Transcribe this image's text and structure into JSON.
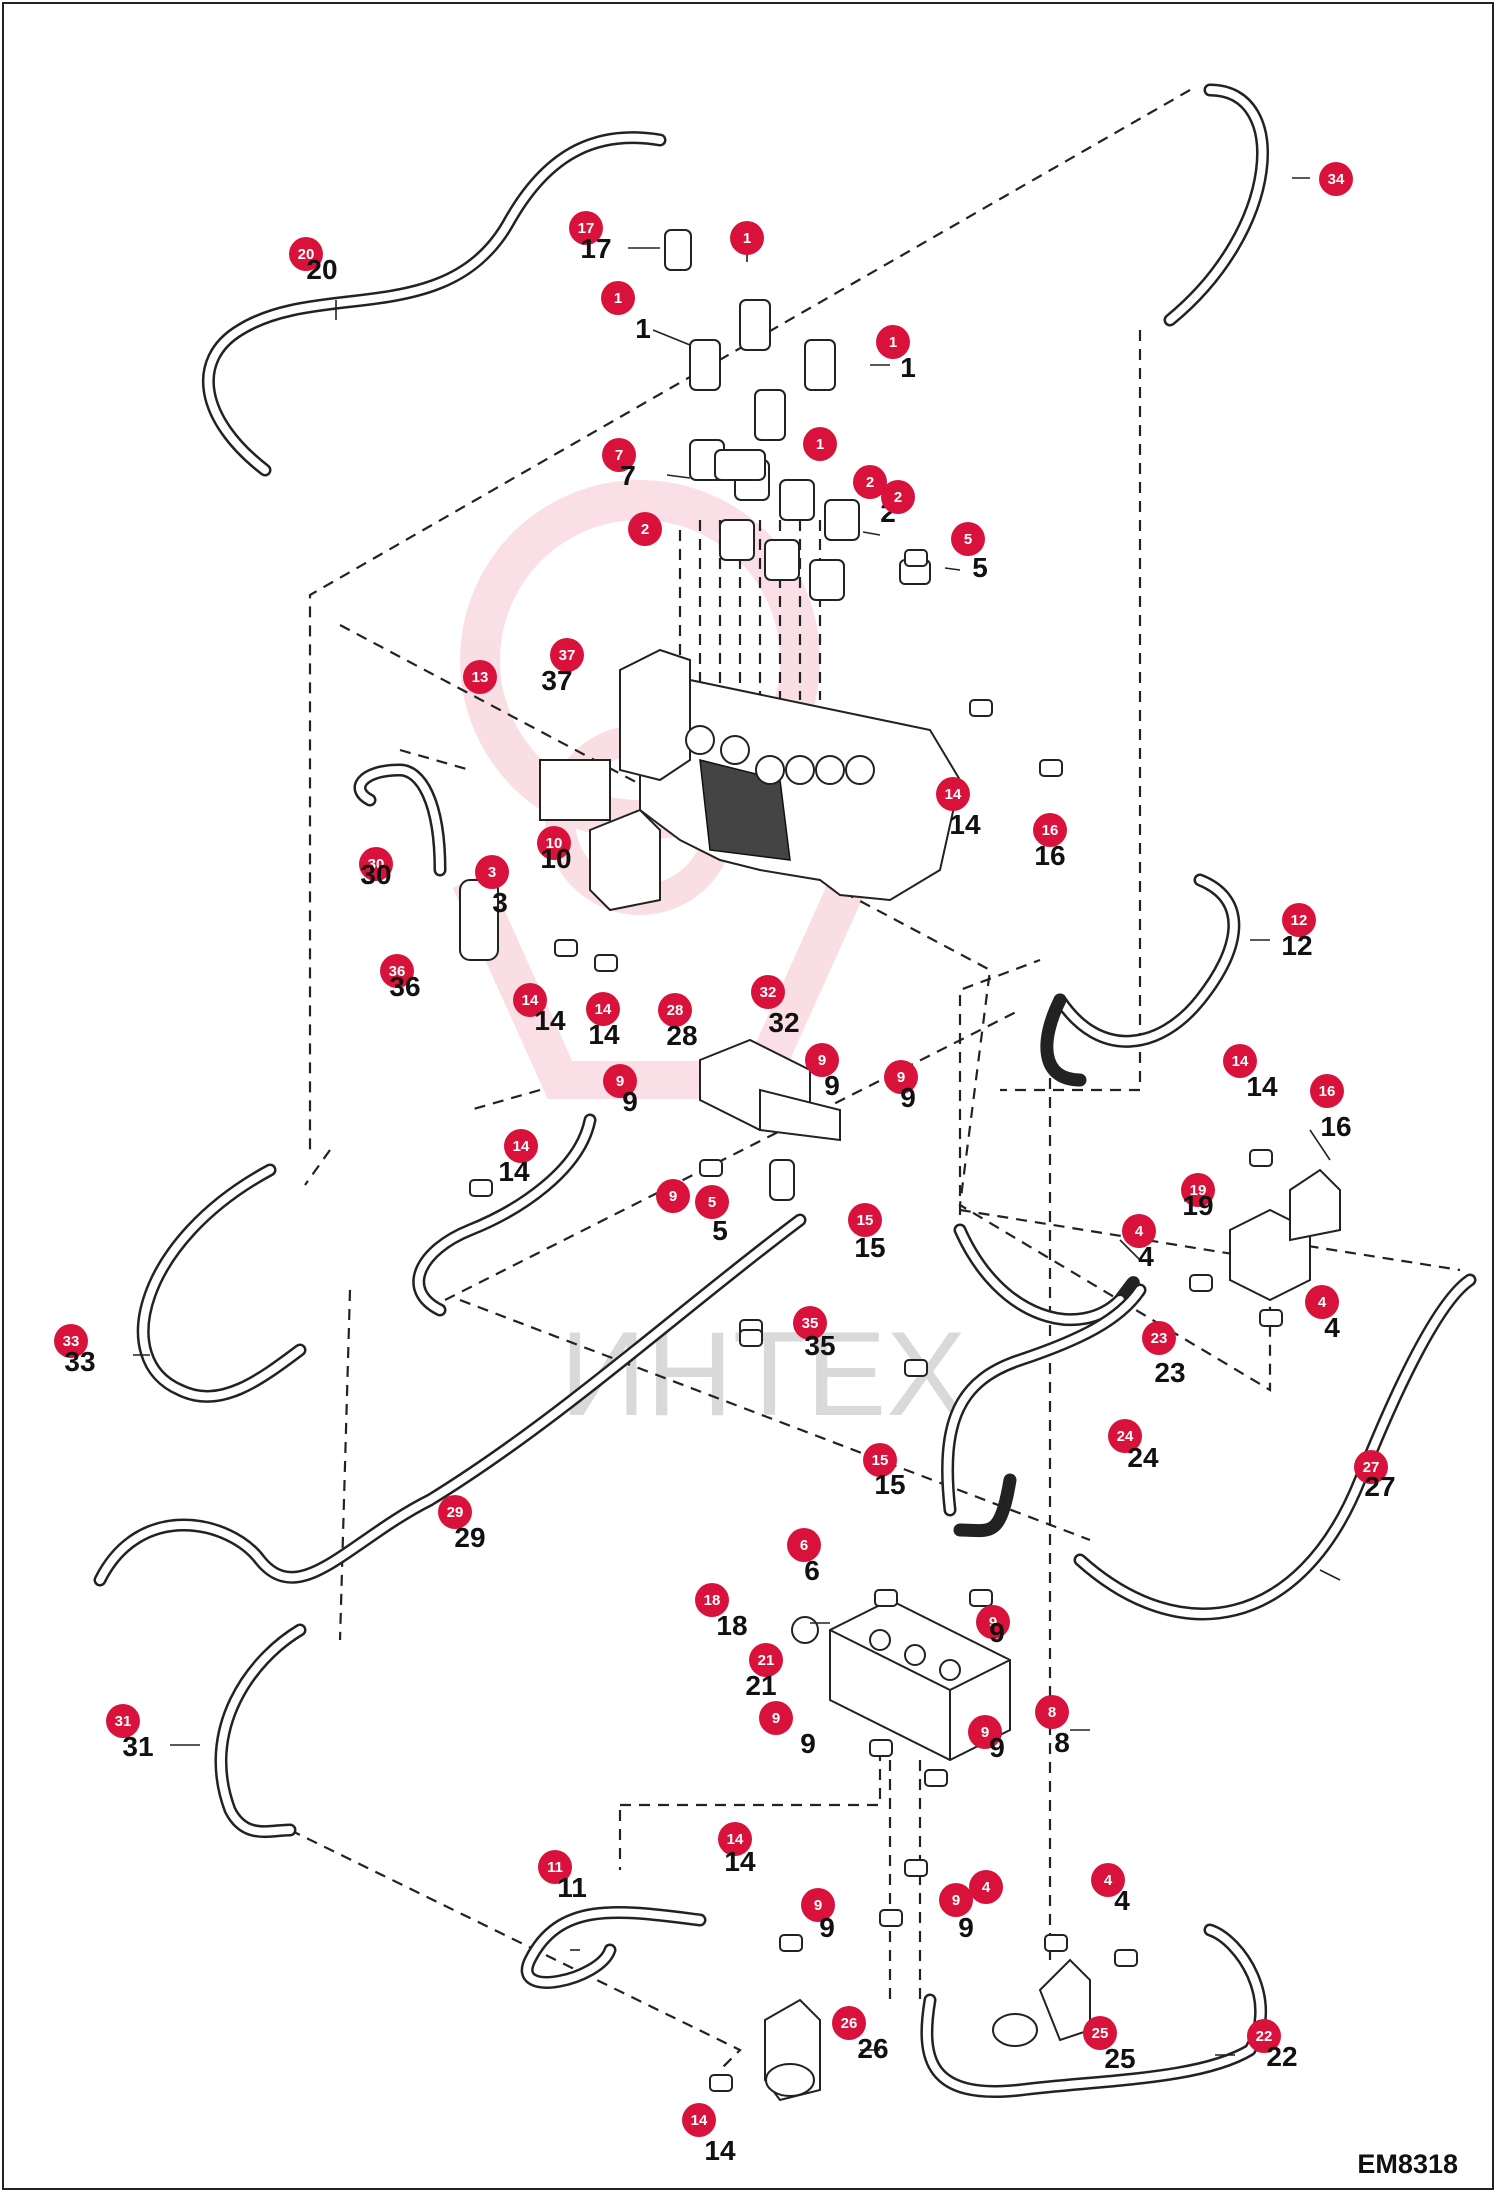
{
  "drawing_number": "EM8318",
  "watermark": "ИНТЕХ",
  "callouts": [
    {
      "id": "c20",
      "num": "20",
      "label": "20"
    },
    {
      "id": "c17",
      "num": "17",
      "label": "17"
    },
    {
      "id": "c1a",
      "num": "1",
      "label": "1"
    },
    {
      "id": "c1b",
      "num": "1",
      "label": "1"
    },
    {
      "id": "c1c",
      "num": "1",
      "label": "1"
    },
    {
      "id": "c1d",
      "num": "1",
      "label": "1"
    },
    {
      "id": "c7",
      "num": "7",
      "label": "7"
    },
    {
      "id": "c2a",
      "num": "2",
      "label": "2"
    },
    {
      "id": "c2b",
      "num": "2",
      "label": "2"
    },
    {
      "id": "c2c",
      "num": "2",
      "label": "2"
    },
    {
      "id": "c5a",
      "num": "5",
      "label": "5"
    },
    {
      "id": "c34",
      "num": "34",
      "label": "34"
    },
    {
      "id": "c37",
      "num": "37",
      "label": "37"
    },
    {
      "id": "c13",
      "num": "13",
      "label": "13"
    },
    {
      "id": "c14a",
      "num": "14",
      "label": "14"
    },
    {
      "id": "c16a",
      "num": "16",
      "label": "16"
    },
    {
      "id": "c30",
      "num": "30",
      "label": "30"
    },
    {
      "id": "c10",
      "num": "10",
      "label": "10"
    },
    {
      "id": "c3",
      "num": "3",
      "label": "3"
    },
    {
      "id": "c12",
      "num": "12",
      "label": "12"
    },
    {
      "id": "c36",
      "num": "36",
      "label": "36"
    },
    {
      "id": "c14b",
      "num": "14",
      "label": "14"
    },
    {
      "id": "c14c",
      "num": "14",
      "label": "14"
    },
    {
      "id": "c28",
      "num": "28",
      "label": "28"
    },
    {
      "id": "c32",
      "num": "32",
      "label": "32"
    },
    {
      "id": "c9a",
      "num": "9",
      "label": "9"
    },
    {
      "id": "c9b",
      "num": "9",
      "label": "9"
    },
    {
      "id": "c9c",
      "num": "9",
      "label": "9"
    },
    {
      "id": "c14d",
      "num": "14",
      "label": "14"
    },
    {
      "id": "c16b",
      "num": "16",
      "label": "16"
    },
    {
      "id": "c14e",
      "num": "14",
      "label": "14"
    },
    {
      "id": "c19",
      "num": "19",
      "label": "19"
    },
    {
      "id": "c4a",
      "num": "4",
      "label": "4"
    },
    {
      "id": "c9d",
      "num": "9",
      "label": "9"
    },
    {
      "id": "c5b",
      "num": "5",
      "label": "5"
    },
    {
      "id": "c15a",
      "num": "15",
      "label": "15"
    },
    {
      "id": "c4b",
      "num": "4",
      "label": "4"
    },
    {
      "id": "c33",
      "num": "33",
      "label": "33"
    },
    {
      "id": "c35",
      "num": "35",
      "label": "35"
    },
    {
      "id": "c23",
      "num": "23",
      "label": "23"
    },
    {
      "id": "c24",
      "num": "24",
      "label": "24"
    },
    {
      "id": "c27",
      "num": "27",
      "label": "27"
    },
    {
      "id": "c29",
      "num": "29",
      "label": "29"
    },
    {
      "id": "c15b",
      "num": "15",
      "label": "15"
    },
    {
      "id": "c6",
      "num": "6",
      "label": "6"
    },
    {
      "id": "c18",
      "num": "18",
      "label": "18"
    },
    {
      "id": "c9e",
      "num": "9",
      "label": "9"
    },
    {
      "id": "c21",
      "num": "21",
      "label": "21"
    },
    {
      "id": "c9f",
      "num": "9",
      "label": "9"
    },
    {
      "id": "c8",
      "num": "8",
      "label": "8"
    },
    {
      "id": "c9g",
      "num": "9",
      "label": "9"
    },
    {
      "id": "c31",
      "num": "31",
      "label": "31"
    },
    {
      "id": "c11",
      "num": "11",
      "label": "11"
    },
    {
      "id": "c14f",
      "num": "14",
      "label": "14"
    },
    {
      "id": "c9h",
      "num": "9",
      "label": "9"
    },
    {
      "id": "c9i",
      "num": "9",
      "label": "9"
    },
    {
      "id": "c4c",
      "num": "4",
      "label": "4"
    },
    {
      "id": "c4d",
      "num": "4",
      "label": "4"
    },
    {
      "id": "c26",
      "num": "26",
      "label": "26"
    },
    {
      "id": "c25",
      "num": "25",
      "label": "25"
    },
    {
      "id": "c22",
      "num": "22",
      "label": "22"
    },
    {
      "id": "c14g",
      "num": "14",
      "label": "14"
    }
  ]
}
